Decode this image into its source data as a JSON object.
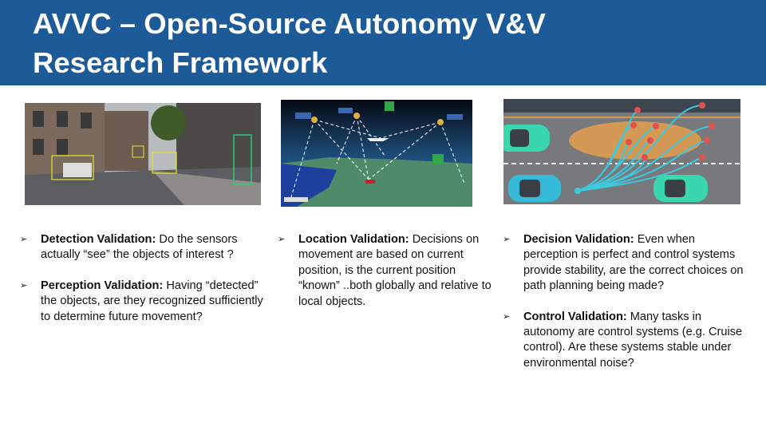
{
  "slide": {
    "title_line1": "AVVC – Open-Source Autonomy V&V",
    "title_line2": "Research Framework",
    "header_color": "#1d5b98"
  },
  "images": [
    "street-detection-image",
    "satellite-navigation-image",
    "path-planning-image"
  ],
  "columns": [
    {
      "bullets": [
        {
          "marker": "➢",
          "label": "Detection Validation:",
          "text": " Do the sensors actually “see” the objects of interest ?"
        },
        {
          "marker": "➢",
          "label": "Perception Validation:",
          "text": " Having “detected” the objects, are they recognized sufficiently to determine future movement?"
        }
      ]
    },
    {
      "bullets": [
        {
          "marker": "➢",
          "label": "Location Validation:",
          "text": " Decisions on movement are based on current position, is the current position “known” ..both globally and relative to local objects."
        }
      ]
    },
    {
      "bullets": [
        {
          "marker": "➢",
          "label": "Decision Validation:",
          "text": " Even when perception is perfect and control systems provide stability,  are the correct choices on path planning being made?"
        },
        {
          "marker": "➢",
          "label": "Control Validation:",
          "text": " Many tasks in autonomy are control systems (e.g. Cruise control). Are these systems stable under environmental noise?"
        }
      ]
    }
  ]
}
